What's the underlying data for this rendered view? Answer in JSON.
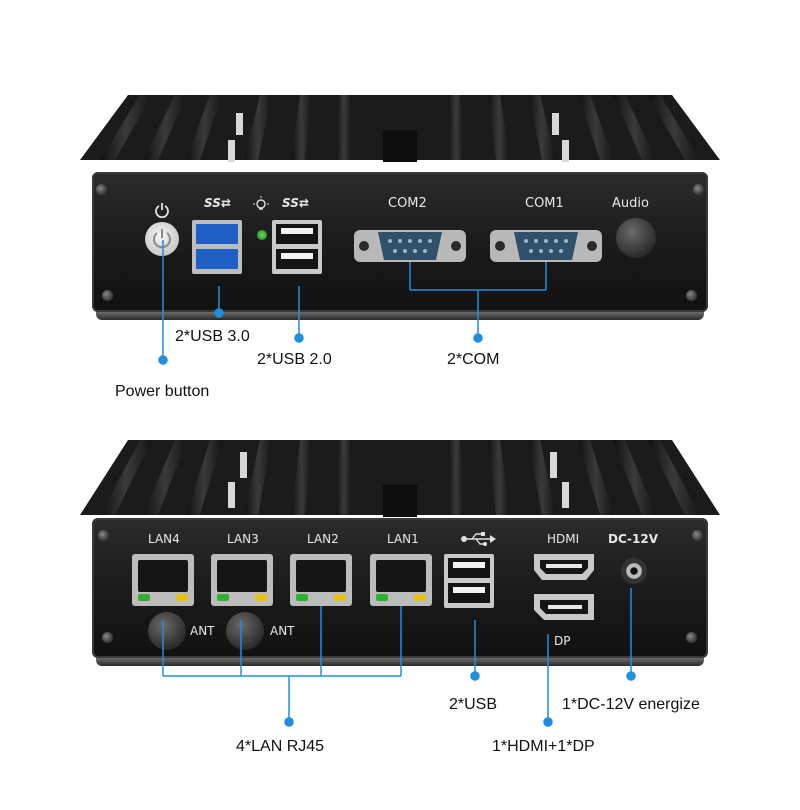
{
  "top_panel": {
    "port_labels": {
      "usb3_logo": "SS⇄",
      "usb2_logo": "SS⇄",
      "com2": "COM2",
      "com1": "COM1",
      "audio": "Audio"
    },
    "callouts": {
      "usb3": "2*USB 3.0",
      "usb2": "2*USB 2.0",
      "com": "2*COM",
      "power": "Power button"
    }
  },
  "bottom_panel": {
    "port_labels": {
      "lan4": "LAN4",
      "lan3": "LAN3",
      "lan2": "LAN2",
      "lan1": "LAN1",
      "hdmi": "HDMI",
      "dc": "DC-12V",
      "dp": "DP",
      "ant": "ANT"
    },
    "callouts": {
      "usb": "2*USB",
      "dc": "1*DC-12V  energize",
      "lan": "4*LAN  RJ45",
      "video": "1*HDMI+1*DP"
    }
  },
  "colors": {
    "callout_line": "#1e8fe0",
    "usb3_blue": "#1f5fc5",
    "led_green": "#2fb02f",
    "led_yellow": "#e5c21a"
  },
  "icons": [
    "power-icon",
    "bulb-icon",
    "usb-icon"
  ]
}
